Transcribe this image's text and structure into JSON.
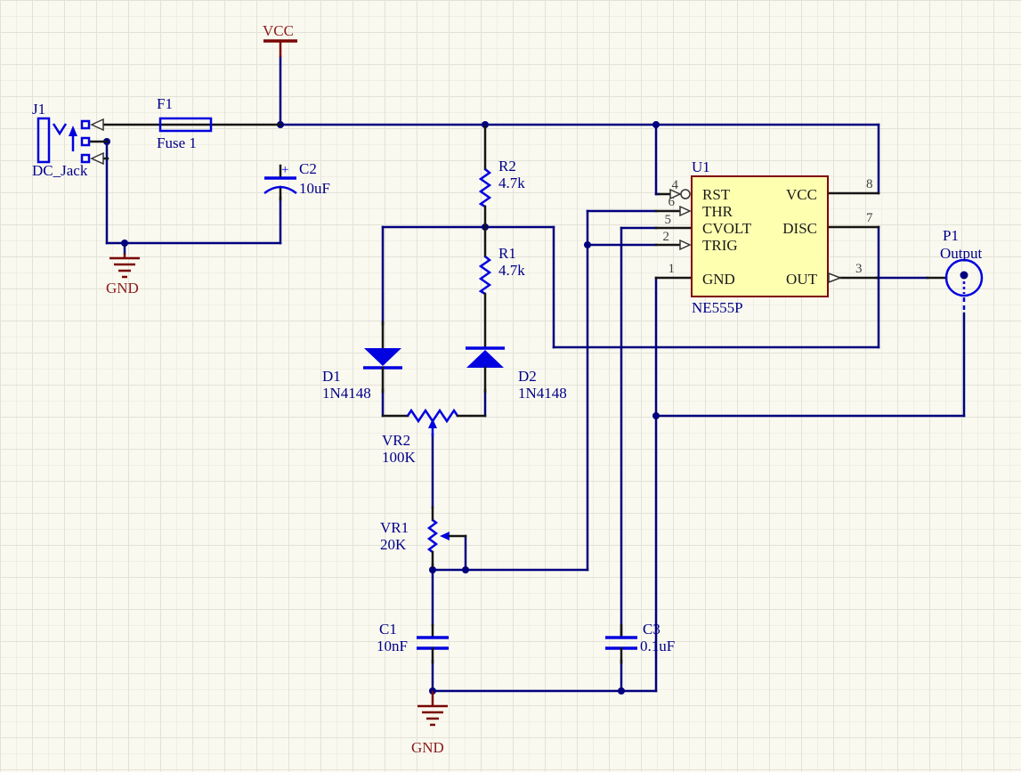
{
  "canvas": {
    "kind": "schematic-sheet"
  },
  "colors": {
    "background": "#FAF9EF",
    "grid_major": "#E2E2D8",
    "wire": "#00007F",
    "component_graphic": "#0202E0",
    "pin_lead": "#151515",
    "power_symbol": "#7A0505",
    "power_text": "#8B1B1B",
    "label_text": "#00008B",
    "ic_fill": "#FFFFB0",
    "ic_border": "#7F0000"
  },
  "power": {
    "vcc": "VCC",
    "gnd_top": "GND",
    "gnd_bottom": "GND"
  },
  "components": {
    "J1": {
      "designator": "J1",
      "value": "DC_Jack"
    },
    "F1": {
      "designator": "F1",
      "value": "Fuse 1"
    },
    "C2": {
      "designator": "C2",
      "value": "10uF",
      "polarity": "+"
    },
    "R2": {
      "designator": "R2",
      "value": "4.7k"
    },
    "R1": {
      "designator": "R1",
      "value": "4.7k"
    },
    "D1": {
      "designator": "D1",
      "value": "1N4148"
    },
    "D2": {
      "designator": "D2",
      "value": "1N4148"
    },
    "VR2": {
      "designator": "VR2",
      "value": "100K"
    },
    "VR1": {
      "designator": "VR1",
      "value": "20K"
    },
    "C1": {
      "designator": "C1",
      "value": "10nF"
    },
    "C3": {
      "designator": "C3",
      "value": "0.1uF"
    },
    "P1": {
      "designator": "P1",
      "value": "Output"
    },
    "U1": {
      "designator": "U1",
      "value": "NE555P",
      "pins_left": [
        {
          "number": "4",
          "name": "RST"
        },
        {
          "number": "6",
          "name": "THR"
        },
        {
          "number": "5",
          "name": "CVOLT"
        },
        {
          "number": "2",
          "name": "TRIG"
        },
        {
          "number": "1",
          "name": "GND"
        }
      ],
      "pins_right": [
        {
          "number": "8",
          "name": "VCC"
        },
        {
          "number": "7",
          "name": "DISC"
        },
        {
          "number": "3",
          "name": "OUT"
        }
      ]
    }
  }
}
